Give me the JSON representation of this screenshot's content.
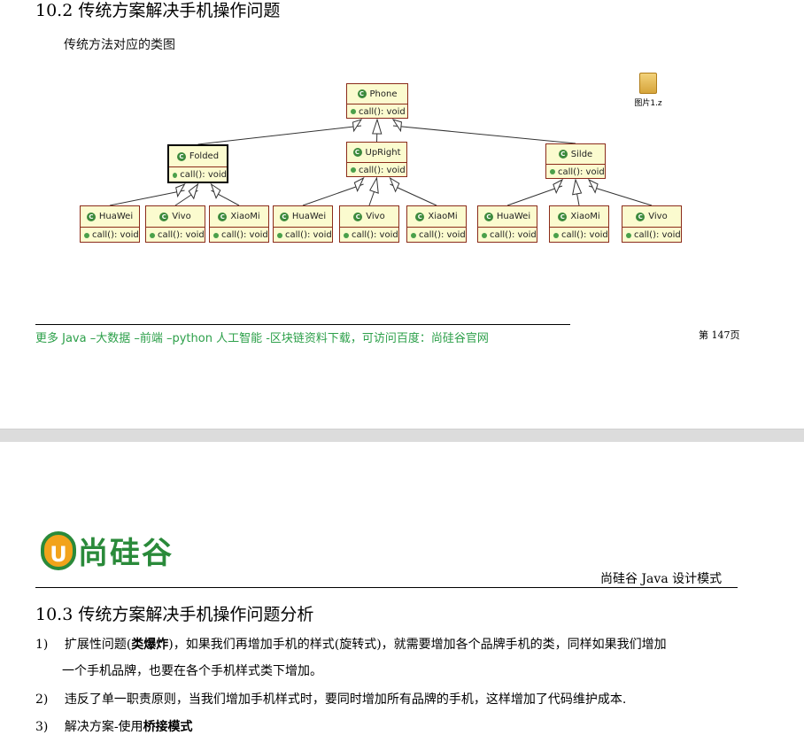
{
  "page1": {
    "section_title": "10.2  传统方案解决手机操作问题",
    "subtitle": "传统方法对应的类图",
    "file_icon_label": "图片1.z",
    "footer_text": "更多 Java –大数据 –前端 –python 人工智能 -区块链资料下载，可访问百度：尚硅谷官网",
    "page_number": "第 147页"
  },
  "diagram": {
    "icon_letter": "C",
    "classes": [
      {
        "id": "phone",
        "name": "Phone",
        "method": "call(): void"
      },
      {
        "id": "folded",
        "name": "Folded",
        "method": "call(): void"
      },
      {
        "id": "upright",
        "name": "UpRight",
        "method": "call(): void"
      },
      {
        "id": "silde",
        "name": "Silde",
        "method": "call(): void"
      },
      {
        "id": "f_huawei",
        "name": "HuaWei",
        "method": "call(): void"
      },
      {
        "id": "f_vivo",
        "name": "Vivo",
        "method": "call(): void"
      },
      {
        "id": "f_xiaomi",
        "name": "XiaoMi",
        "method": "call(): void"
      },
      {
        "id": "u_huawei",
        "name": "HuaWei",
        "method": "call(): void"
      },
      {
        "id": "u_vivo",
        "name": "Vivo",
        "method": "call(): void"
      },
      {
        "id": "u_xiaomi",
        "name": "XiaoMi",
        "method": "call(): void"
      },
      {
        "id": "s_huawei",
        "name": "HuaWei",
        "method": "call(): void"
      },
      {
        "id": "s_xiaomi",
        "name": "XiaoMi",
        "method": "call(): void"
      },
      {
        "id": "s_vivo",
        "name": "Vivo",
        "method": "call(): void"
      }
    ],
    "edges": [
      [
        "folded",
        "phone"
      ],
      [
        "upright",
        "phone"
      ],
      [
        "silde",
        "phone"
      ],
      [
        "f_huawei",
        "folded"
      ],
      [
        "f_vivo",
        "folded"
      ],
      [
        "f_xiaomi",
        "folded"
      ],
      [
        "u_huawei",
        "upright"
      ],
      [
        "u_vivo",
        "upright"
      ],
      [
        "u_xiaomi",
        "upright"
      ],
      [
        "s_huawei",
        "silde"
      ],
      [
        "s_xiaomi",
        "silde"
      ],
      [
        "s_vivo",
        "silde"
      ]
    ]
  },
  "page2": {
    "logo_letter": "U",
    "logo_name": "尚硅谷",
    "header_right": "尚硅谷 Java 设计模式",
    "section_title": "10.3  传统方案解决手机操作问题分析",
    "items": [
      {
        "num": "1)",
        "pre": "扩展性问题(",
        "bold": "类爆炸",
        "post": ")，如果我们再增加手机的样式(旋转式)，就需要增加各个品牌手机的类，同样如果我们增加"
      },
      {
        "num": "",
        "pre": "一个手机品牌，也要在各个手机样式类下增加。",
        "bold": "",
        "post": ""
      },
      {
        "num": "2)",
        "pre": "违反了单一职责原则，当我们增加手机样式时，要同时增加所有品牌的手机，这样增加了代码维护成本.",
        "bold": "",
        "post": ""
      },
      {
        "num": "3)",
        "pre": "解决方案-使用",
        "bold": "桥接模式",
        "post": ""
      }
    ]
  }
}
